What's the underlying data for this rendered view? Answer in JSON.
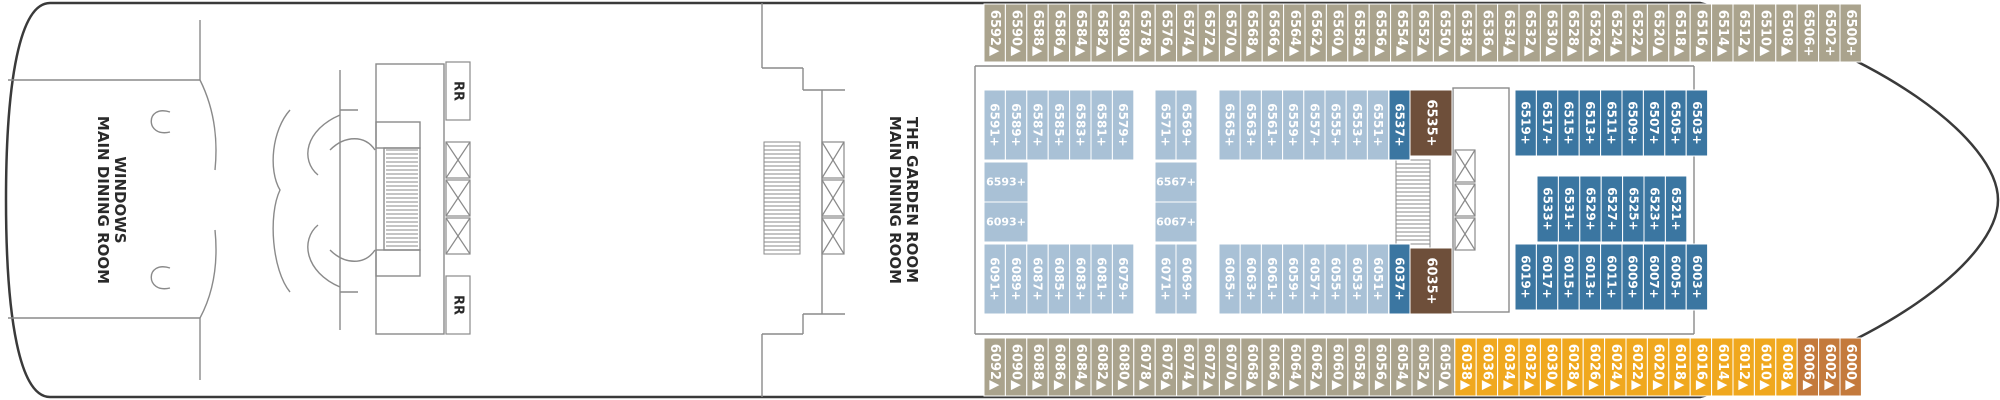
{
  "rooms": {
    "windows": [
      "WINDOWS",
      "MAIN DINING ROOM"
    ],
    "garden": [
      "THE GARDEN ROOM",
      "MAIN DINING ROOM"
    ],
    "restroom_label": "RR"
  },
  "colors": {
    "hull": "#3a3a3a",
    "line": "#8a8a8a",
    "inside": "#a9c1d6",
    "oceanview": "#3b76a1",
    "balcony": "#f0a81e",
    "porthole": "#aaa38d",
    "suite": "#c47a3c",
    "haven": "#6e4f3a"
  },
  "cabins": {
    "top_row": [
      "6592▲",
      "6590▲",
      "6588▲",
      "6586▲",
      "6584▲",
      "6582▲",
      "6580▲",
      "6578▲",
      "6576▲",
      "6574▲",
      "6572▲",
      "6570▲",
      "6568▲",
      "6566▲",
      "6564▲",
      "6562▲",
      "6560▲",
      "6558▲",
      "6556▲",
      "6554▲",
      "6552▲",
      "6550▲",
      "6538▲",
      "6536▲",
      "6534▲",
      "6532▲",
      "6530▲",
      "6528▲",
      "6526▲",
      "6524▲",
      "6522▲",
      "6520▲",
      "6518▲",
      "6516▲",
      "6514▲",
      "6512▲",
      "6510▲",
      "6508▲",
      "6506+",
      "6502+",
      "6500+"
    ],
    "bottom_row": [
      "6092▲",
      "6090▲",
      "6088▲",
      "6086▲",
      "6084▲",
      "6082▲",
      "6080▲",
      "6078▲",
      "6076▲",
      "6074▲",
      "6072▲",
      "6070▲",
      "6068▲",
      "6066▲",
      "6064▲",
      "6062▲",
      "6060▲",
      "6058▲",
      "6056▲",
      "6054▲",
      "6052▲",
      "6050▲",
      "6038▲",
      "6036▲",
      "6034▲",
      "6032▲",
      "6030▲",
      "6028▲",
      "6026▲",
      "6024▲",
      "6022▲",
      "6020▲",
      "6018▲",
      "6016▲",
      "6014▲",
      "6012▲",
      "6010▲",
      "6008▲",
      "6006▲",
      "6002▲",
      "6000▲"
    ],
    "aft_top": [
      "6591+",
      "6589+",
      "6587+",
      "6585+",
      "6583+",
      "6581+",
      "6579+"
    ],
    "aft_mid": [
      "6593+",
      "6093+"
    ],
    "aft_bottom": [
      "6091+",
      "6089+",
      "6087+",
      "6085+",
      "6083+",
      "6081+",
      "6079+"
    ],
    "c2_top": [
      "6571+",
      "6569+"
    ],
    "c2_mid": [
      "6567+",
      "6067+"
    ],
    "c2_bottom": [
      "6071+",
      "6069+"
    ],
    "mid_top": [
      "6565+",
      "6563+",
      "6561+",
      "6559+",
      "6557+",
      "6555+",
      "6553+",
      "6551+"
    ],
    "mid_bottom": [
      "6065+",
      "6063+",
      "6061+",
      "6059+",
      "6057+",
      "6055+",
      "6053+",
      "6051+"
    ],
    "ocean_top_small": "6537+",
    "ocean_bottom_small": "6037+",
    "haven_top": "6535+",
    "haven_bottom": "6035+",
    "fwd_top": [
      "6519+",
      "6517+",
      "6515+",
      "6513+",
      "6511+",
      "6509+",
      "6507+",
      "6505+",
      "6503+"
    ],
    "fwd_mid": [
      "6533+",
      "6531+",
      "6529+",
      "6527+",
      "6525+",
      "6523+",
      "6521+"
    ],
    "fwd_bottom": [
      "6019+",
      "6017+",
      "6015+",
      "6013+",
      "6011+",
      "6009+",
      "6007+",
      "6005+",
      "6003+"
    ]
  }
}
